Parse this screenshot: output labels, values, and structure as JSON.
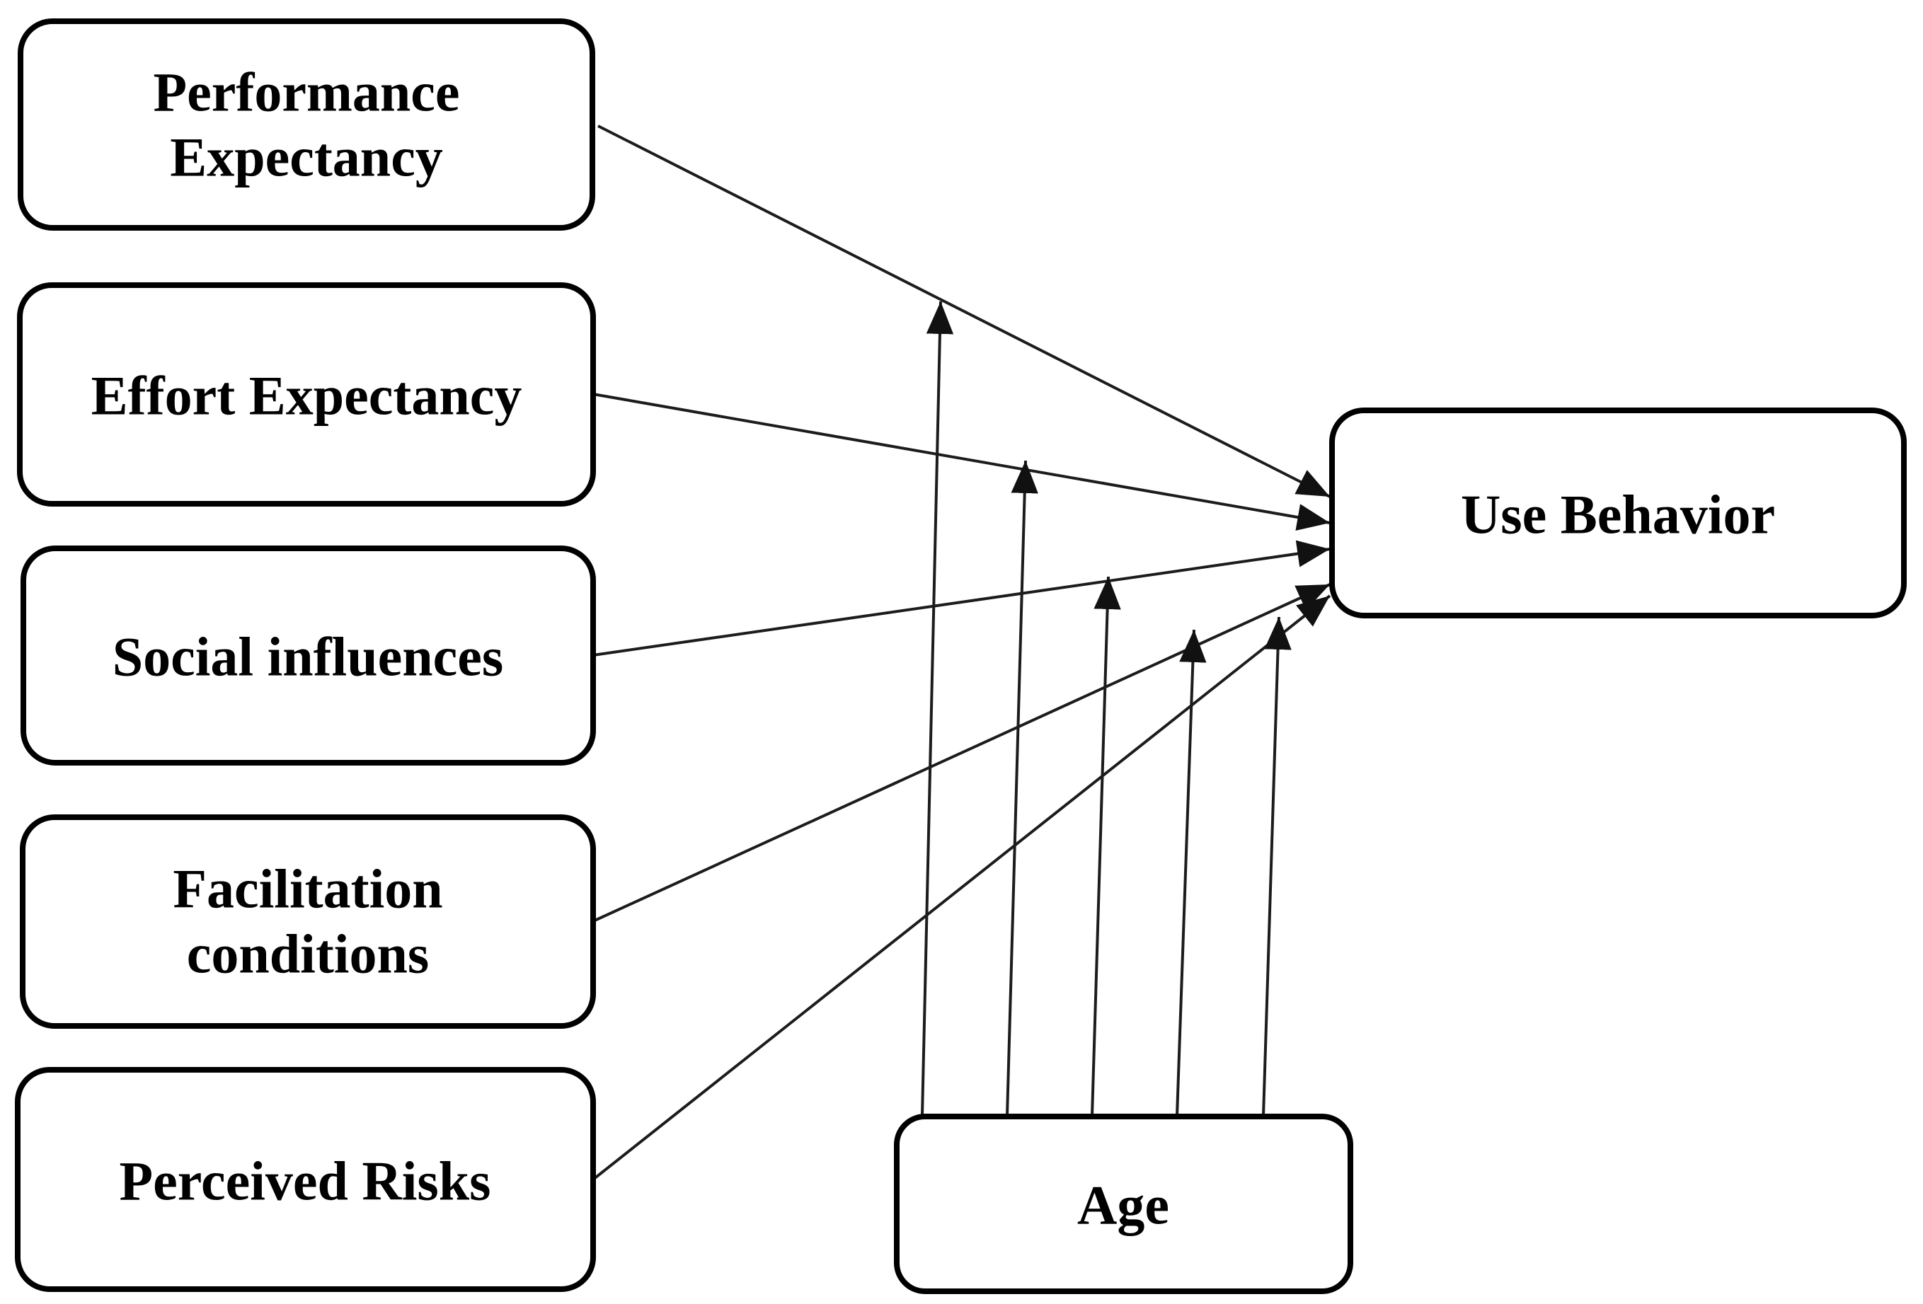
{
  "diagram": {
    "type": "path-model",
    "description": "Research model: five predictors with direct arrows to Use Behavior, moderated by Age",
    "colors": {
      "background": "#ffffff",
      "box_fill": "#ffffff",
      "box_border": "#000000",
      "edge_line": "#1c1c1c",
      "arrowhead": "#111111",
      "text": "#000000"
    }
  },
  "nodes": {
    "performance_expectancy": {
      "line1": "Performance",
      "line2": "Expectancy"
    },
    "effort_expectancy": {
      "line1": "Effort Expectancy"
    },
    "social_influences": {
      "line1": "Social influences"
    },
    "facilitation_conditions": {
      "line1": "Facilitation",
      "line2": "conditions"
    },
    "perceived_risks": {
      "line1": "Perceived Risks"
    },
    "use_behavior": {
      "line1": "Use Behavior"
    },
    "age": {
      "line1": "Age"
    }
  },
  "edges": {
    "direct_effects": [
      {
        "from": "Performance Expectancy",
        "to": "Use Behavior"
      },
      {
        "from": "Effort Expectancy",
        "to": "Use Behavior"
      },
      {
        "from": "Social influences",
        "to": "Use Behavior"
      },
      {
        "from": "Facilitation conditions",
        "to": "Use Behavior"
      },
      {
        "from": "Perceived Risks",
        "to": "Use Behavior"
      }
    ],
    "moderation_effects": [
      {
        "moderator": "Age",
        "moderates_path": "Performance Expectancy to Use Behavior"
      },
      {
        "moderator": "Age",
        "moderates_path": "Effort Expectancy to Use Behavior"
      },
      {
        "moderator": "Age",
        "moderates_path": "Social influences to Use Behavior"
      },
      {
        "moderator": "Age",
        "moderates_path": "Facilitation conditions to Use Behavior"
      },
      {
        "moderator": "Age",
        "moderates_path": "Perceived Risks to Use Behavior"
      }
    ]
  }
}
